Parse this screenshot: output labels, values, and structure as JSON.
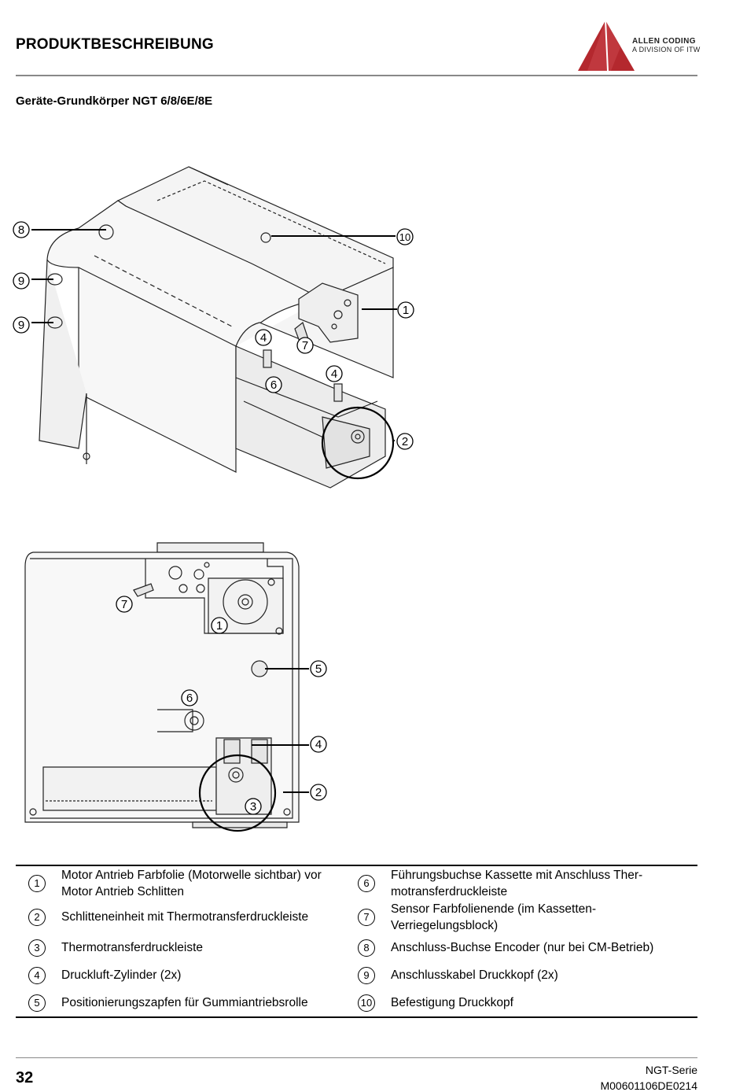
{
  "header": {
    "title": "PRODUKTBESCHREIBUNG",
    "brand_line_1": "ALLEN CODING",
    "brand_line_2": "A DIVISION OF ITW",
    "brand_color": "#b4282e"
  },
  "subtitle": "Geräte-Grundkörper NGT 6/8/6E/8E",
  "figure_top": {
    "callouts": [
      "8",
      "9",
      "9",
      "4",
      "7",
      "6",
      "4",
      "10",
      "1",
      "2"
    ]
  },
  "figure_bottom": {
    "callouts": [
      "7",
      "1",
      "5",
      "6",
      "4",
      "2",
      "3"
    ]
  },
  "legend": {
    "rows": [
      {
        "left_num": "1",
        "left_text": "Motor Antrieb Farbfolie (Motorwelle sichtbar) vor Motor Antrieb Schlitten",
        "right_num": "6",
        "right_text": "Führungsbuchse Kassette mit Anschluss Ther­motransferdruckleiste"
      },
      {
        "left_num": "2",
        "left_text": "Schlitteneinheit mit Thermotransferdruckleiste",
        "right_num": "7",
        "right_text": "Sensor Farbfolienende (im Kassetten­Verriegelungsblock)"
      },
      {
        "left_num": "3",
        "left_text": "Thermotransferdruckleiste",
        "right_num": "8",
        "right_text": "Anschluss-Buchse Encoder (nur bei CM-Betrieb)"
      },
      {
        "left_num": "4",
        "left_text": "Druckluft-Zylinder (2x)",
        "right_num": "9",
        "right_text": "Anschlusskabel Druckkopf (2x)"
      },
      {
        "left_num": "5",
        "left_text": "Positionierungszapfen für Gummiantriebsrolle",
        "right_num": "10",
        "right_text": "Befestigung Druckkopf"
      }
    ]
  },
  "footer": {
    "page_number": "32",
    "series": "NGT-Serie",
    "document_number": "M00601106DE0214"
  }
}
